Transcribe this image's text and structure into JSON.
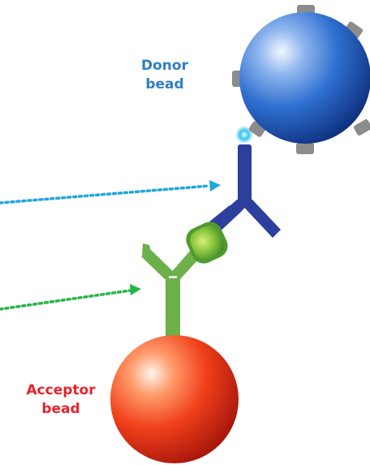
{
  "donor": {
    "line1": "Donor",
    "line2": "bead",
    "color": "#2f7fc1"
  },
  "acceptor": {
    "line1": "Acceptor",
    "line2": "bead",
    "color": "#e8232a"
  },
  "colors": {
    "donor_bead": "#2e6fd0",
    "acceptor_bead": "#f0401a",
    "donor_antibody": "#2c3f9c",
    "acceptor_antibody": "#6cb04a",
    "analyte": "#7fc23a",
    "blue_arrow": "#21a6dc",
    "green_arrow": "#28b449",
    "surface_ligand": "#8c8c8c"
  }
}
